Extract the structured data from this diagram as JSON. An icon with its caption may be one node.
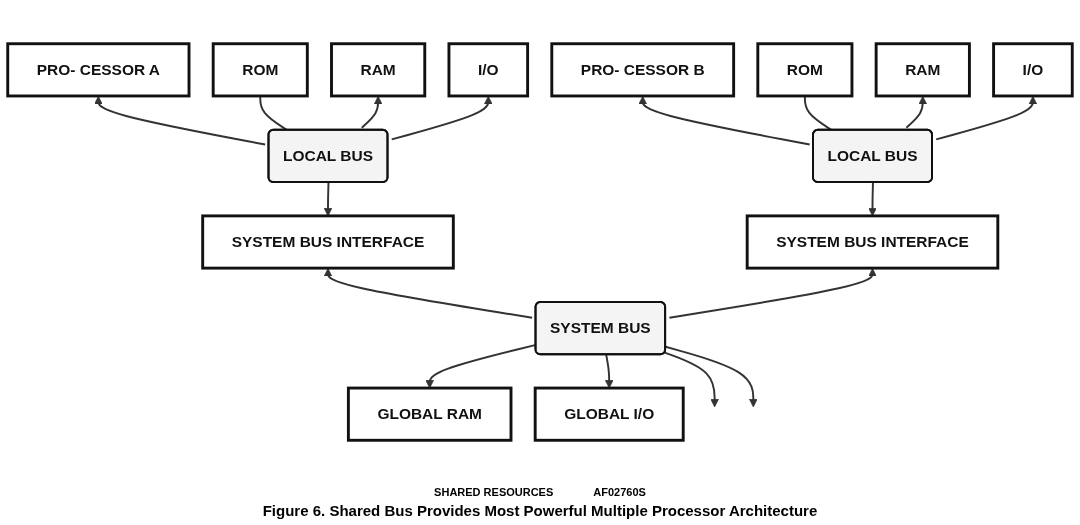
{
  "diagram": {
    "caption": "Figure 6. Shared Bus Provides Most Powerful Multiple Processor Architecture",
    "nodes": [
      {
        "text": [
          "PRO- CESSOR A"
        ]
      },
      {
        "text": [
          "ROM"
        ]
      },
      {
        "text": [
          "RAM"
        ]
      },
      {
        "text": [
          "I/O"
        ]
      },
      {
        "text": [
          "LOCAL BUS"
        ]
      },
      {
        "text": [
          "SYSTEM BUS INTERFACE"
        ]
      },
      {
        "text": [
          "PRO- CESSOR B"
        ]
      },
      {
        "text": [
          "ROM"
        ]
      },
      {
        "text": [
          "RAM"
        ]
      },
      {
        "text": [
          "I/O"
        ]
      },
      {
        "text": [
          "LOCAL BUS"
        ]
      },
      {
        "text": [
          "SYSTEM BUS INTERFACE"
        ]
      },
      {
        "text": [
          "SYSTEM BUS"
        ]
      },
      {
        "text": [
          "GLOBAL RAM"
        ]
      },
      {
        "text": [
          "GLOBAL I/O"
        ]
      }
    ],
    "edges": [
      {
        "from": 4,
        "to": 0,
        "arrow": "to"
      },
      {
        "from": 1,
        "to": 4,
        "arrow": "none"
      },
      {
        "from": 4,
        "to": 2,
        "arrow": "to"
      },
      {
        "from": 4,
        "to": 3,
        "arrow": "to"
      },
      {
        "from": 4,
        "to": 5,
        "arrow": "to"
      },
      {
        "from": 10,
        "to": 6,
        "arrow": "to"
      },
      {
        "from": 7,
        "to": 10,
        "arrow": "none"
      },
      {
        "from": 10,
        "to": 8,
        "arrow": "to"
      },
      {
        "from": 10,
        "to": 9,
        "arrow": "to"
      },
      {
        "from": 10,
        "to": 11,
        "arrow": "to"
      },
      {
        "from": 12,
        "to": 5,
        "arrow": "to"
      },
      {
        "from": 12,
        "to": 11,
        "arrow": "to"
      },
      {
        "from": 12,
        "to": 13,
        "arrow": "to"
      },
      {
        "from": 12,
        "to": 14,
        "arrow": "to"
      },
      {
        "from": 12,
        "to": null,
        "arrow": "to"
      },
      {
        "from": 12,
        "to": null,
        "arrow": "to"
      }
    ],
    "labels": [
      "SHARED RESOURCES",
      "AF02760S"
    ]
  }
}
